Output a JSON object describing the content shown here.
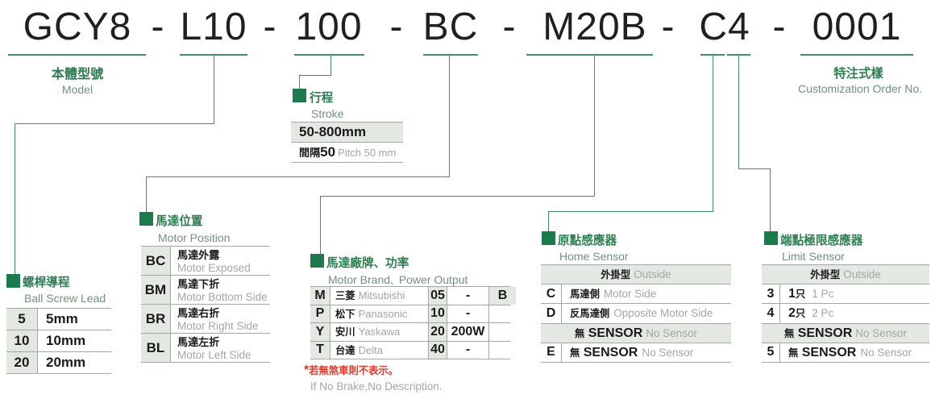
{
  "colors": {
    "green_text": "#2e7d52",
    "green_square": "#1d7a4c",
    "line_green": "#3f8e6e",
    "cell_bg": "#e4e8e2",
    "border_gray": "#a2a8a2",
    "muted_gray": "#a2a8a3",
    "subtitle_gray": "#71917f",
    "red": "#e53928",
    "text_dark": "#231f20"
  },
  "code": {
    "separator": "-",
    "segments": [
      "GCY8",
      "L10",
      "100",
      "BC",
      "M20B",
      "C4",
      "0001"
    ]
  },
  "model_label": {
    "zh": "本體型號",
    "en": "Model"
  },
  "customization_label": {
    "zh": "特注式樣",
    "en": "Customization Order No."
  },
  "stroke": {
    "zh": "行程",
    "en": "Stroke",
    "range": "50-800mm",
    "pitch_zh": "間隔50",
    "pitch_en": "Pitch 50 mm"
  },
  "ball_screw": {
    "zh": "螺桿導程",
    "en": "Ball Screw Lead",
    "rows": [
      {
        "code": "5",
        "value": "5mm"
      },
      {
        "code": "10",
        "value": "10mm"
      },
      {
        "code": "20",
        "value": "20mm"
      }
    ]
  },
  "motor_position": {
    "zh": "馬達位置",
    "en": "Motor Position",
    "rows": [
      {
        "code": "BC",
        "zh": "馬達外露",
        "en": "Motor Exposed"
      },
      {
        "code": "BM",
        "zh": "馬達下折",
        "en": "Motor Bottom Side"
      },
      {
        "code": "BR",
        "zh": "馬達右折",
        "en": "Motor Right Side"
      },
      {
        "code": "BL",
        "zh": "馬達左折",
        "en": "Motor Left Side"
      }
    ]
  },
  "motor_brand": {
    "zh": "馬達廠牌、功率",
    "en": "Motor Brand、Power Output",
    "rows": [
      {
        "code": "M",
        "zh": "三菱",
        "en": "Mitsubishi",
        "power": "05",
        "watt": "-",
        "brake": "B"
      },
      {
        "code": "P",
        "zh": "松下",
        "en": "Panasonic",
        "power": "10",
        "watt": "-",
        "brake": ""
      },
      {
        "code": "Y",
        "zh": "安川",
        "en": "Yaskawa",
        "power": "20",
        "watt": "200W",
        "brake": ""
      },
      {
        "code": "T",
        "zh": "台達",
        "en": "Delta",
        "power": "40",
        "watt": "-",
        "brake": ""
      }
    ],
    "note_zh": "*若無煞車則不表示。",
    "note_en": "If No Brake,No Description."
  },
  "home_sensor": {
    "zh": "原點感應器",
    "en": "Home Sensor",
    "group1_zh": "外掛型",
    "group1_en": "Outside",
    "rows": [
      {
        "code": "C",
        "zh": "馬達側",
        "en": "Motor Side"
      },
      {
        "code": "D",
        "zh": "反馬達側",
        "en": "Opposite Motor Side"
      }
    ],
    "group2_zh": "無 SENSOR",
    "group2_en": "No Sensor",
    "rows2": [
      {
        "code": "E",
        "zh": "無 SENSOR",
        "en": "No Sensor"
      }
    ]
  },
  "limit_sensor": {
    "zh": "端點極限感應器",
    "en": "Limit Sensor",
    "group1_zh": "外掛型",
    "group1_en": "Outside",
    "rows": [
      {
        "code": "3",
        "zh": "1只",
        "en": "1 Pc"
      },
      {
        "code": "4",
        "zh": "2只",
        "en": "2 Pc"
      }
    ],
    "group2_zh": "無 SENSOR",
    "group2_en": "No Sensor",
    "rows2": [
      {
        "code": "5",
        "zh": "無 SENSOR",
        "en": "No Sensor"
      }
    ]
  }
}
